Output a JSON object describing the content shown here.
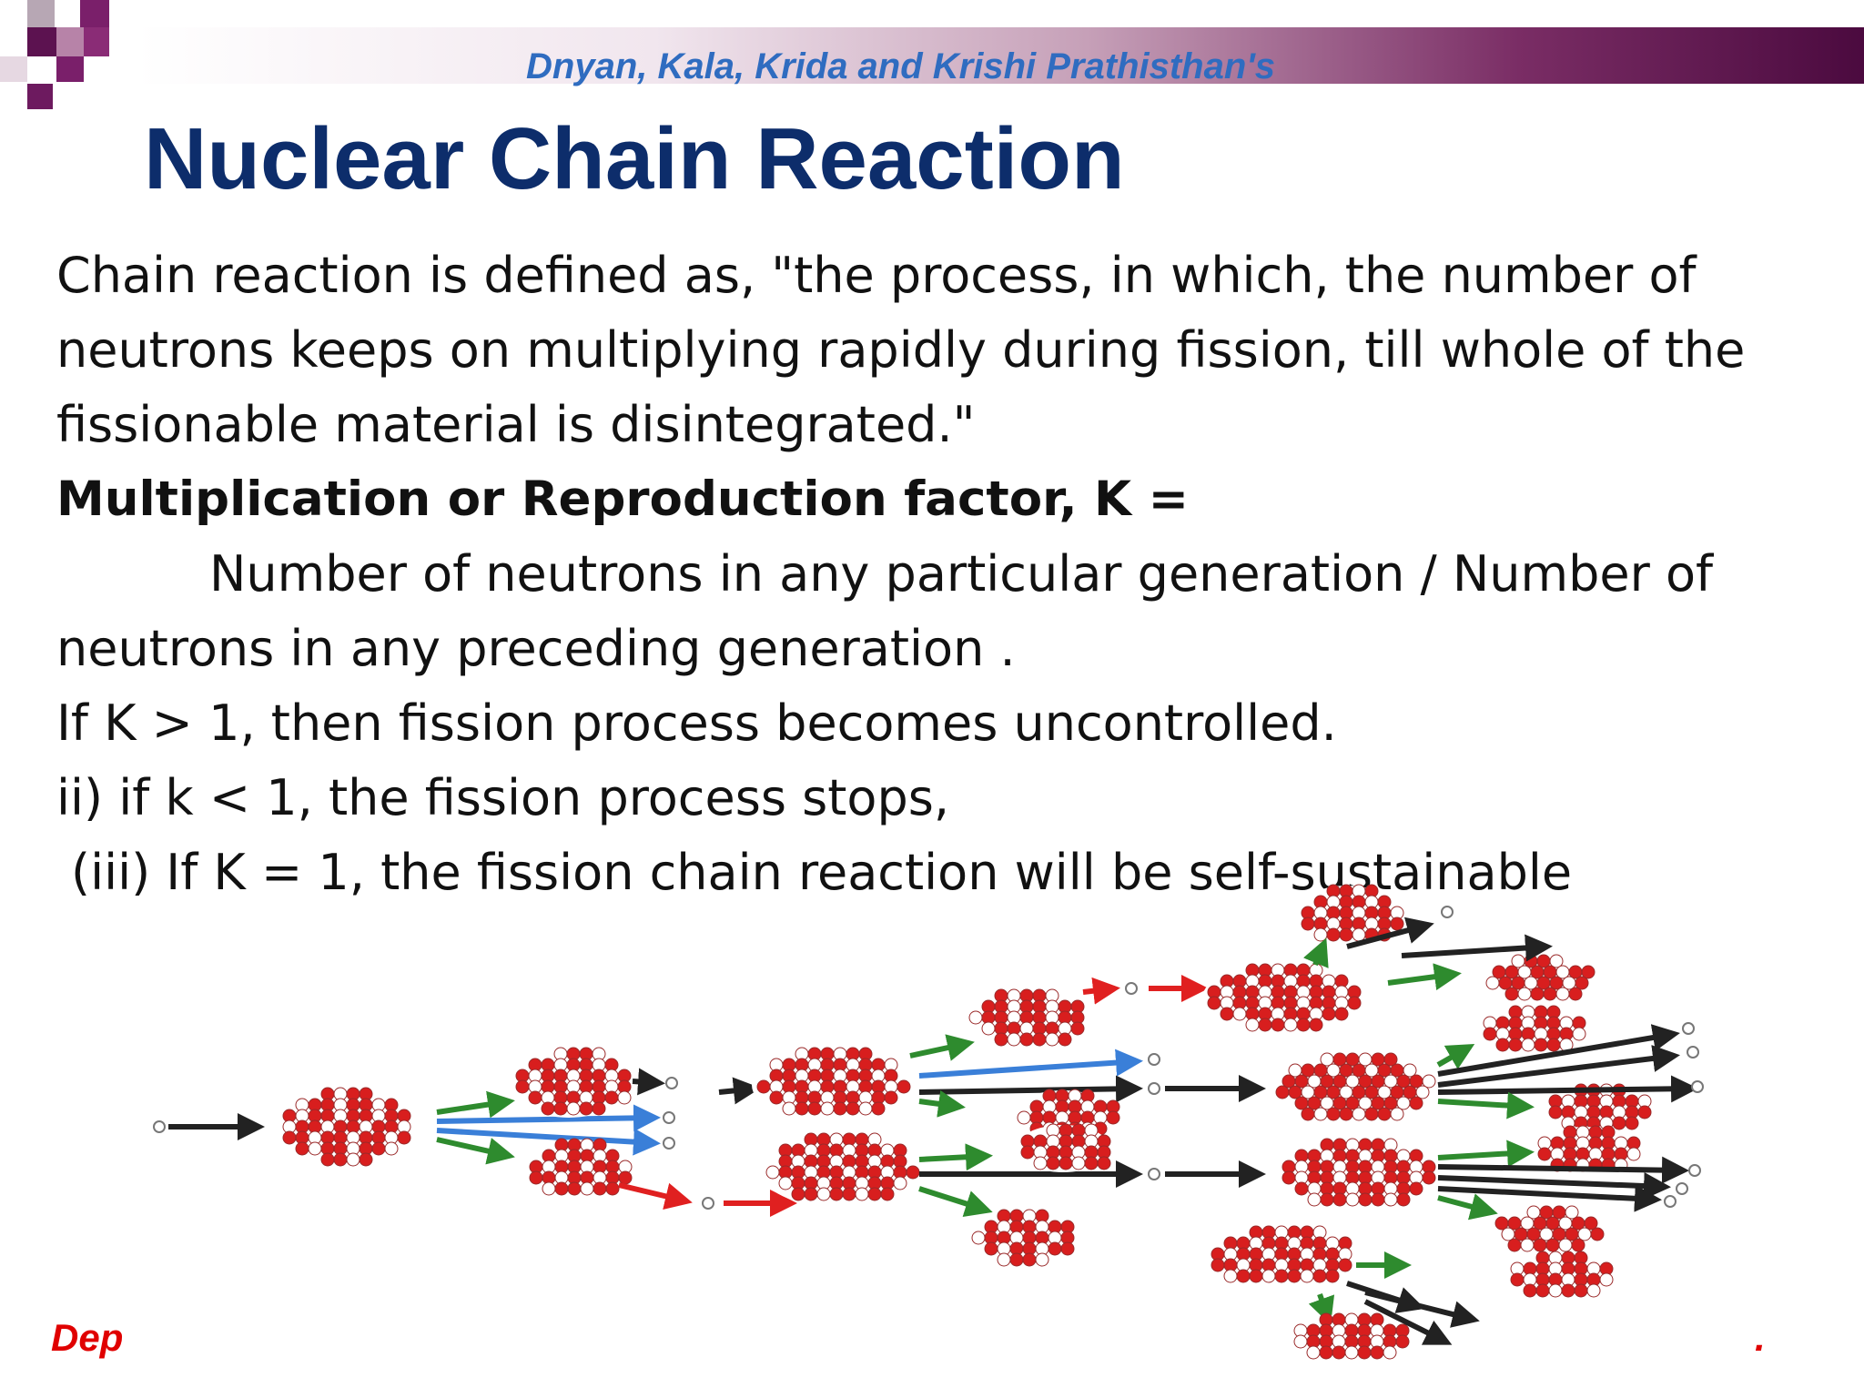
{
  "header": {
    "org_name": "Dnyan, Kala, Krida and Krishi Prathisthan's"
  },
  "slide": {
    "title": "Nuclear Chain Reaction",
    "lines": [
      "Chain reaction is defined as, \"the process, in which, the number of",
      "neutrons keeps on multiplying rapidly during fission, till whole of the",
      "fissionable material is disintegrated.\"",
      "Multiplication or Reproduction factor, K =",
      "Number of neutrons in any particular generation / Number of",
      "neutrons in any preceding generation .",
      "If K > 1, then fission process becomes  uncontrolled.",
      "ii) if k < 1, the fission process stops,",
      "(iii) If K = 1, the fission chain reaction will be self-sustainable"
    ]
  },
  "footer": {
    "left_text": "Dep",
    "right_text": "."
  },
  "colors": {
    "title": "#0d2d6b",
    "org_name": "#2f6cc0",
    "footer": "#e00000",
    "band_dark": "#4b0a3f",
    "arrow_green": "#2e8b2e",
    "arrow_blue": "#3a7fd8",
    "arrow_red": "#e02020",
    "arrow_black": "#222222",
    "nucleus_red": "#d81e1e"
  }
}
